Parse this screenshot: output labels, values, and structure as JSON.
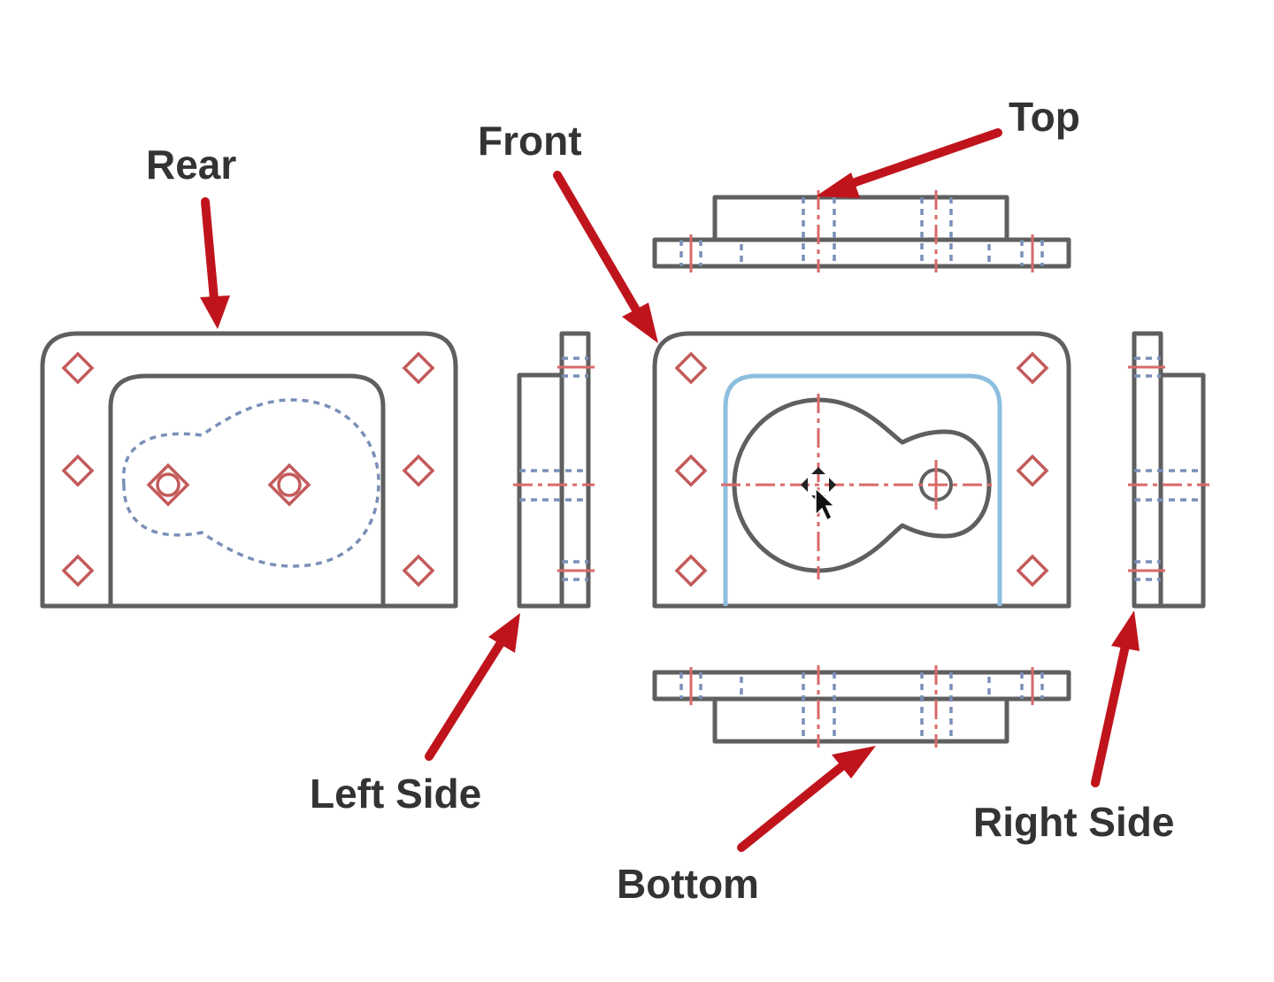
{
  "labels": {
    "rear": "Rear",
    "front": "Front",
    "top": "Top",
    "left_side": "Left Side",
    "bottom": "Bottom",
    "right_side": "Right Side"
  },
  "colors": {
    "arrow": "#c0141c",
    "outline": "#5f5f5f",
    "hidden": "#7a8fb8",
    "centerline": "#d96a6a",
    "highlight": "#8cbede",
    "label_text": "#333333"
  }
}
